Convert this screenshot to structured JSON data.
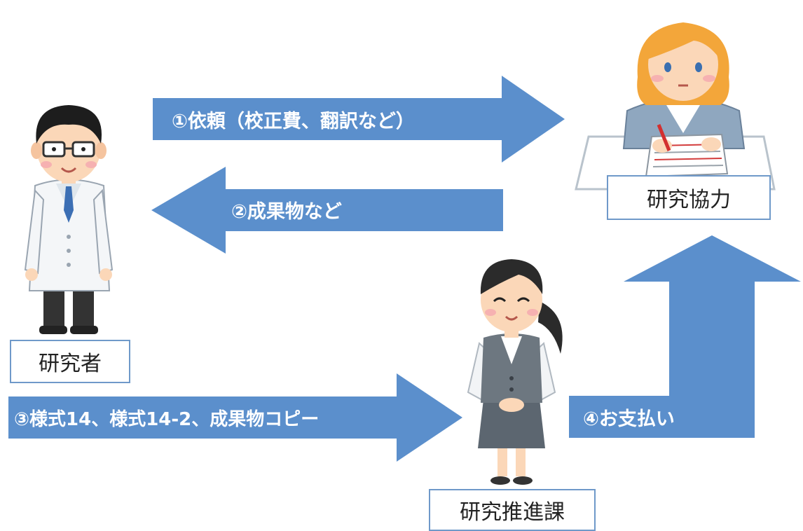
{
  "colors": {
    "arrow": "#5b8fcc",
    "box_border": "#6f99c9",
    "text_on_arrow": "#ffffff"
  },
  "arrows": {
    "request": "①依頼（校正費、翻訳など）",
    "deliverables": "②成果物など",
    "forms": "③様式14、様式14-2、成果物コピー",
    "payment": "④お支払い"
  },
  "labels": {
    "researcher": "研究者",
    "collaborator": "研究協力",
    "research_promotion": "研究推進課"
  },
  "icons": {
    "researcher": "scientist-in-lab-coat-icon",
    "collaborator": "woman-proofreading-at-desk-icon",
    "staff": "office-worker-woman-icon"
  }
}
